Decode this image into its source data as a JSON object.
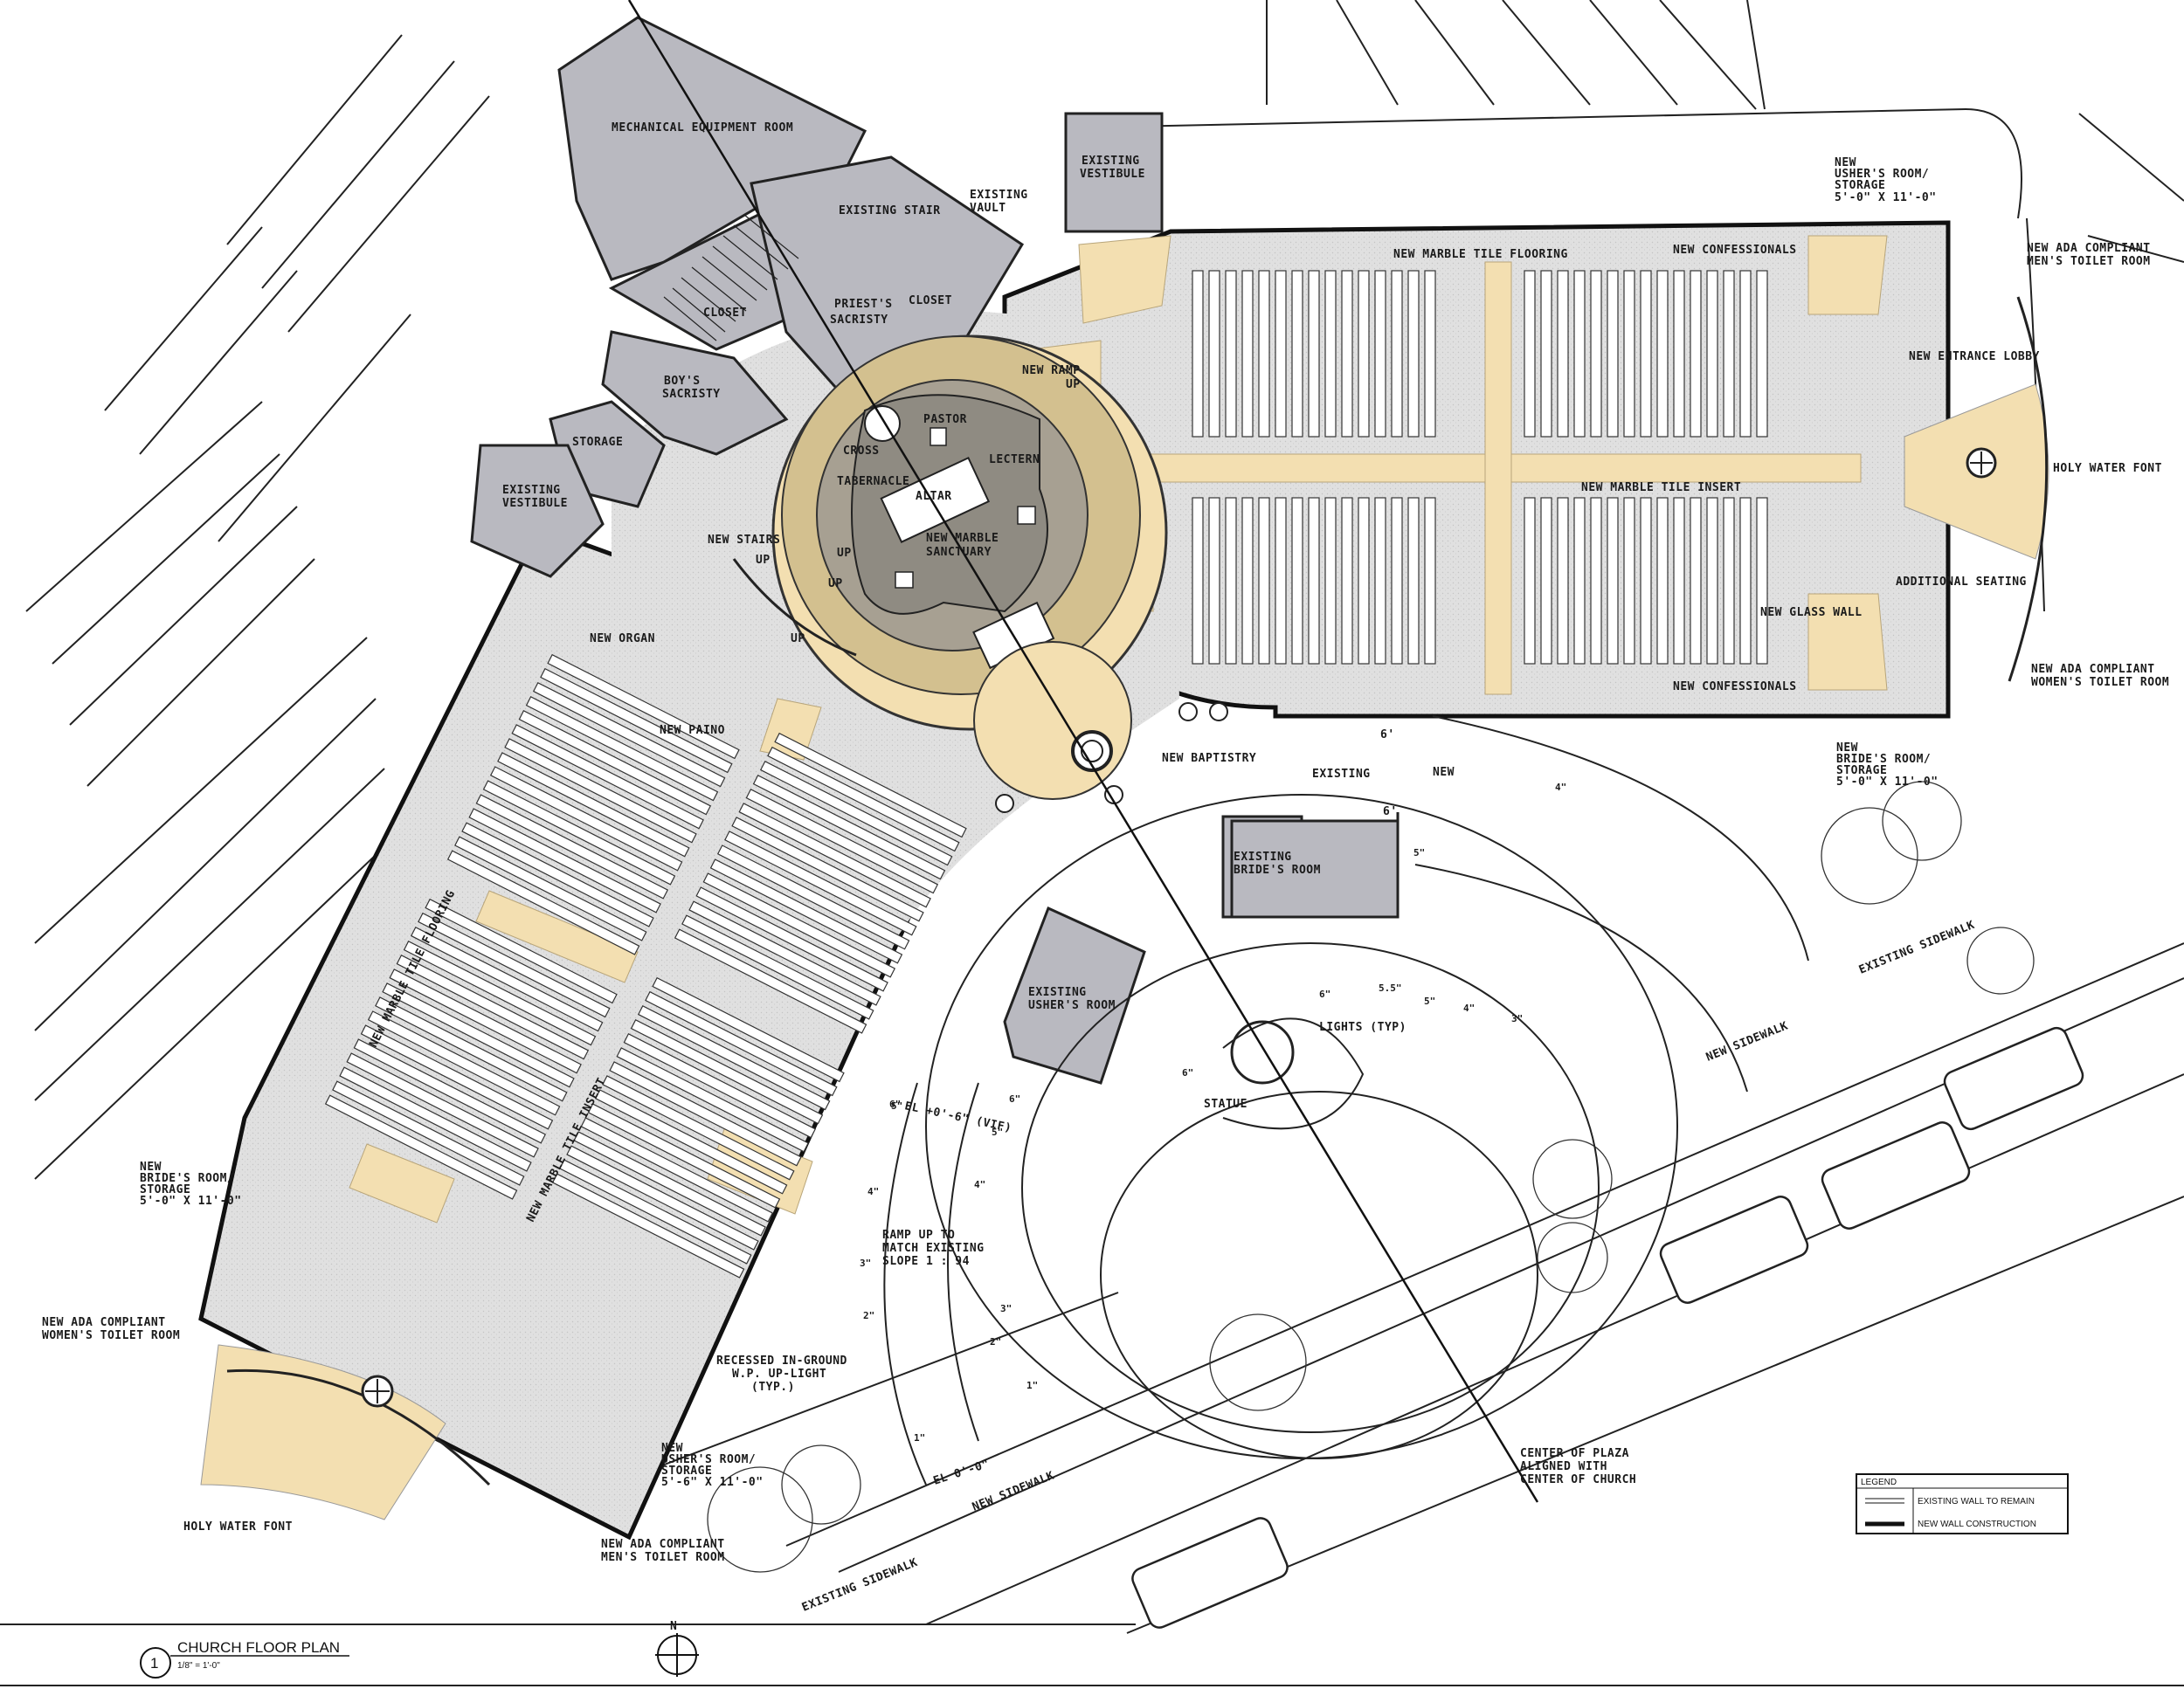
{
  "drawing": {
    "title": "CHURCH FLOOR PLAN",
    "sheet_number": "1",
    "scale": "1/8\" = 1'-0\"",
    "north_label": "N"
  },
  "legend": {
    "title": "LEGEND",
    "items": [
      {
        "label": "EXISTING WALL TO REMAIN",
        "style": "double-line"
      },
      {
        "label": "NEW WALL CONSTRUCTION",
        "style": "solid-bold"
      }
    ]
  },
  "colors": {
    "existing_room_fill": "#b9b9c0",
    "terrazzo_fill": "#e2e2e2",
    "accent_tan": "#f3dfb1",
    "sanctuary_tan": "#cdb88a",
    "altar_gray": "#8f8b82",
    "wall_stroke": "#1a1a1a"
  },
  "rooms": {
    "mechanical": "MECHANICAL EQUIPMENT ROOM",
    "existing_stair": "EXISTING STAIR",
    "existing_vault_1": "EXISTING",
    "existing_vault_2": "VAULT",
    "existing_vestibule_top_1": "EXISTING",
    "existing_vestibule_top_2": "VESTIBULE",
    "closet_1": "CLOSET",
    "closet_2": "CLOSET",
    "priests_sacristy_1": "PRIEST'S",
    "priests_sacristy_2": "SACRISTY",
    "boys_sacristy_1": "BOY'S",
    "boys_sacristy_2": "SACRISTY",
    "storage": "STORAGE",
    "existing_vestibule_left_1": "EXISTING",
    "existing_vestibule_left_2": "VESTIBULE",
    "cross": "CROSS",
    "pastor": "PASTOR",
    "tabernacle": "TABERNACLE",
    "altar": "ALTAR",
    "lectern": "LECTERN",
    "new_marble_sanctuary_1": "NEW MARBLE",
    "new_marble_sanctuary_2": "SANCTUARY",
    "new_ramp_1": "NEW RAMP",
    "new_ramp_2": "UP",
    "new_stairs": "NEW STAIRS",
    "up_1": "UP",
    "up_2": "UP",
    "up_3": "UP",
    "up_4": "UP",
    "new_organ": "NEW ORGAN",
    "new_piano": "NEW PAINO",
    "new_marble_tile_flooring_top": "NEW MARBLE TILE FLOORING",
    "new_marble_tile_flooring_left": "NEW MARBLE TILE FLOORING",
    "new_marble_tile_insert_top": "NEW MARBLE TILE INSERT",
    "new_marble_tile_insert_left": "NEW MARBLE TILE INSERT",
    "new_confessionals_top": "NEW CONFESSIONALS",
    "new_confessionals_bottom": "NEW CONFESSIONALS",
    "new_glass_wall": "NEW GLASS WALL",
    "new_entrance_lobby": "NEW ENTRANCE LOBBY",
    "holy_water_font_right": "HOLY WATER FONT",
    "holy_water_font_left": "HOLY WATER FONT",
    "additional_seating": "ADDITIONAL SEATING",
    "ushers_room_tr_1": "NEW",
    "ushers_room_tr_2": "USHER'S ROOM/",
    "ushers_room_tr_3": "STORAGE",
    "ushers_room_tr_4": "5'-0\" X 11'-0\"",
    "mens_toilet_tr_1": "NEW ADA COMPLIANT",
    "mens_toilet_tr_2": "MEN'S TOILET ROOM",
    "womens_toilet_r_1": "NEW ADA COMPLIANT",
    "womens_toilet_r_2": "WOMEN'S TOILET ROOM",
    "brides_room_r_1": "NEW",
    "brides_room_r_2": "BRIDE'S ROOM/",
    "brides_room_r_3": "STORAGE",
    "brides_room_r_4": "5'-0\" X 11'-0\"",
    "new_baptistry": "NEW BAPTISTRY",
    "existing_door": "EXISTING",
    "new_door": "NEW",
    "door_dim_1": "6'",
    "door_dim_2": "6'",
    "existing_brides_room_1": "EXISTING",
    "existing_brides_room_2": "BRIDE'S ROOM",
    "existing_ushers_room_1": "EXISTING",
    "existing_ushers_room_2": "USHER'S ROOM",
    "brides_room_l_1": "NEW",
    "brides_room_l_2": "BRIDE'S ROOM/",
    "brides_room_l_3": "STORAGE",
    "brides_room_l_4": "5'-0\" X 11'-0\"",
    "womens_toilet_l_1": "NEW ADA COMPLIANT",
    "womens_toilet_l_2": "WOMEN'S TOILET ROOM",
    "ushers_room_bl_1": "NEW",
    "ushers_room_bl_2": "USHER'S ROOM/",
    "ushers_room_bl_3": "STORAGE",
    "ushers_room_bl_4": "5'-6\" X 11'-0\"",
    "mens_toilet_bl_1": "NEW ADA COMPLIANT",
    "mens_toilet_bl_2": "MEN'S TOILET ROOM"
  },
  "site": {
    "el_top": "EL +0'-6\" (VIF)",
    "el_bottom": "EL 0'-0\"",
    "ramp_1": "RAMP UP TO",
    "ramp_2": "MATCH EXISTING",
    "ramp_3": "SLOPE 1 : 94",
    "uplight_1": "RECESSED IN-GROUND",
    "uplight_2": "W.P. UP-LIGHT",
    "uplight_3": "(TYP.)",
    "lights": "LIGHTS (TYP)",
    "statue": "STATUE",
    "center_plaza_1": "CENTER OF PLAZA",
    "center_plaza_2": "ALIGNED WITH",
    "center_plaza_3": "CENTER OF CHURCH",
    "existing_sidewalk_top": "EXISTING SIDEWALK",
    "new_sidewalk_top": "NEW SIDEWALK",
    "existing_sidewalk_bottom": "EXISTING SIDEWALK",
    "new_sidewalk_bottom": "NEW SIDEWALK",
    "dims": {
      "d6a": "6\"",
      "d5a": "5\"",
      "d4a": "4\"",
      "d3a": "3\"",
      "d2a": "2\"",
      "d1a": "1\"",
      "d6b": "6\"",
      "d5b": "5\"",
      "d4b": "4\"",
      "d3b": "3\"",
      "d2b": "2\"",
      "d1b": "1\"",
      "d55": "5.5\"",
      "d6c": "6\"",
      "d5c": "5\"",
      "d4c": "4\"",
      "d3c": "3\"",
      "d6d": "6\"",
      "d5d": "5\"",
      "d4d": "4\""
    }
  }
}
